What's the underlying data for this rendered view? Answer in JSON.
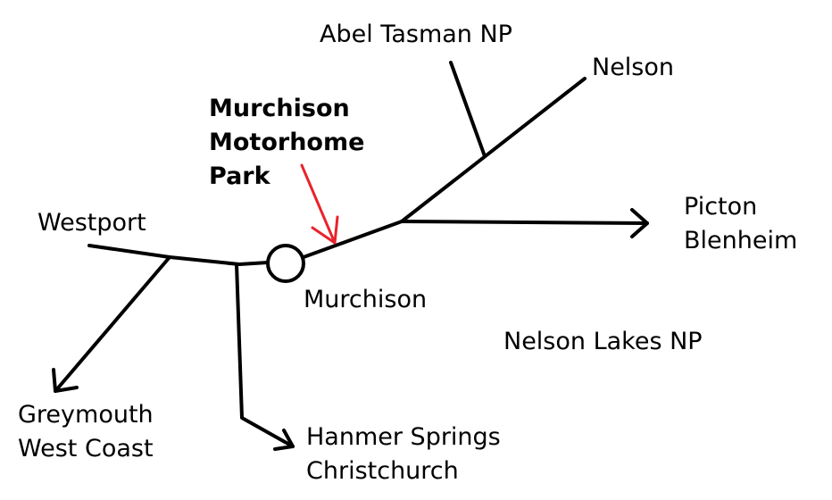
{
  "places": {
    "abel_tasman": "Abel Tasman NP",
    "nelson": "Nelson",
    "highlight": [
      "Murchison",
      "Motorhome",
      "Park"
    ],
    "westport": "Westport",
    "picton": "Picton",
    "blenheim": "Blenheim",
    "murchison": "Murchison",
    "nelson_lakes": "Nelson Lakes NP",
    "greymouth": "Greymouth",
    "west_coast": "West Coast",
    "hanmer": "Hanmer Springs",
    "christchurch": "Christchurch"
  },
  "colors": {
    "road": "#000000",
    "highlight_arrow": "#e8232b"
  }
}
